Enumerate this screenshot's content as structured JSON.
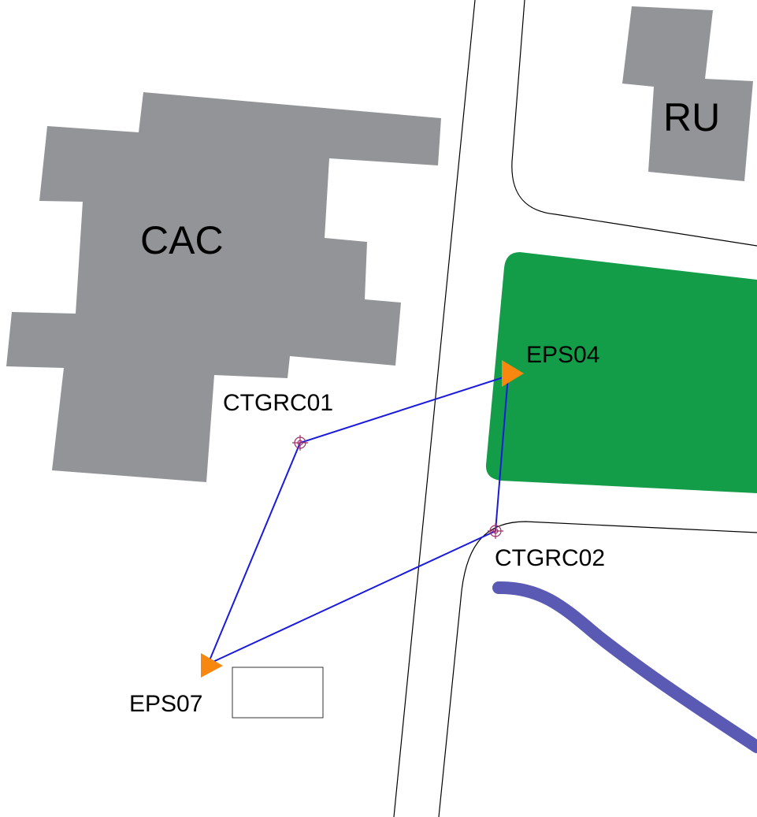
{
  "map": {
    "buildings": [
      {
        "id": "cac",
        "label": "CAC"
      },
      {
        "id": "ru",
        "label": "RU"
      }
    ],
    "points": [
      {
        "id": "ctgrc01",
        "label": "CTGRC01",
        "kind": "control-point"
      },
      {
        "id": "ctgrc02",
        "label": "CTGRC02",
        "kind": "control-point"
      },
      {
        "id": "eps04",
        "label": "EPS04",
        "kind": "station"
      },
      {
        "id": "eps07",
        "label": "EPS07",
        "kind": "station"
      }
    ],
    "colors": {
      "building": "#929497",
      "green_area": "#139d49",
      "traverse_line": "#1a1adc",
      "station_marker": "#f7870f",
      "stream": "#5a5ab4",
      "control_point": "#a0306a",
      "road_edge": "#000000"
    },
    "icons": {
      "station": "orange-triangle-icon",
      "control_point": "crosshair-circle-icon"
    }
  }
}
